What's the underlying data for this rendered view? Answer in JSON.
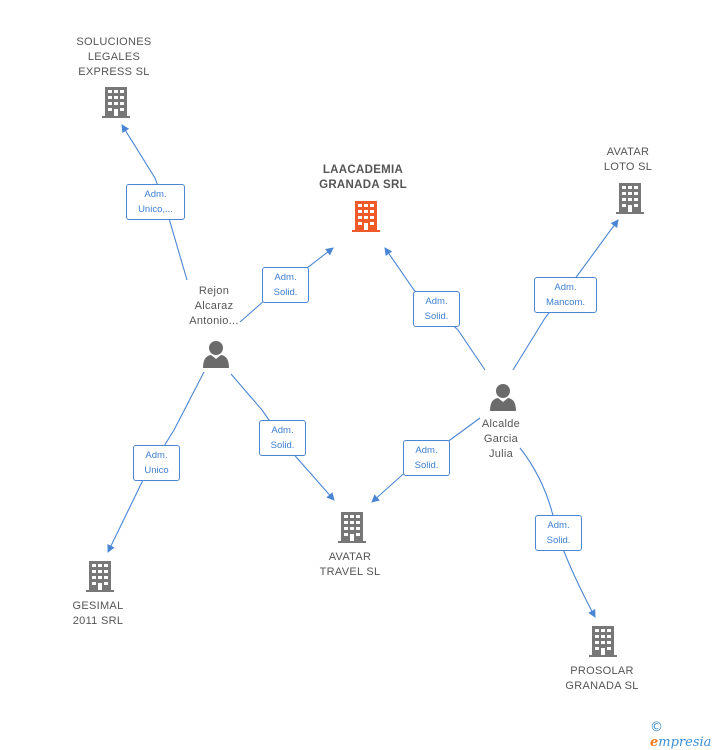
{
  "colors": {
    "edge": "#4a86d4",
    "company_icon": "#777777",
    "main_company_icon": "#f05a28",
    "person_icon": "#6b6b6b"
  },
  "nodes": {
    "soluciones": {
      "lines": [
        "SOLUCIONES",
        "LEGALES",
        "EXPRESS SL"
      ],
      "icon": "building-icon"
    },
    "laacademia": {
      "lines": [
        "LAACADEMIA",
        "GRANADA SRL"
      ],
      "icon": "building-icon"
    },
    "avatar_loto": {
      "lines": [
        "AVATAR",
        "LOTO SL"
      ],
      "icon": "building-icon"
    },
    "rejon": {
      "lines": [
        "Rejon",
        "Alcaraz",
        "Antonio..."
      ],
      "icon": "person-icon"
    },
    "alcalde": {
      "lines": [
        "Alcalde",
        "Garcia",
        "Julia"
      ],
      "icon": "person-icon"
    },
    "gesimal": {
      "lines": [
        "GESIMAL",
        "2011 SRL"
      ],
      "icon": "building-icon"
    },
    "avatar_travel": {
      "lines": [
        "AVATAR",
        "TRAVEL SL"
      ],
      "icon": "building-icon"
    },
    "prosolar": {
      "lines": [
        "PROSOLAR",
        "GRANADA SL"
      ],
      "icon": "building-icon"
    }
  },
  "relations": {
    "r1": {
      "lines": [
        "Adm.",
        "Unico,..."
      ]
    },
    "r2": {
      "lines": [
        "Adm.",
        "Solid."
      ]
    },
    "r3": {
      "lines": [
        "Adm.",
        "Solid."
      ]
    },
    "r4": {
      "lines": [
        "Adm.",
        "Mancom."
      ]
    },
    "r5": {
      "lines": [
        "Adm.",
        "Unico"
      ]
    },
    "r6": {
      "lines": [
        "Adm.",
        "Solid."
      ]
    },
    "r7": {
      "lines": [
        "Adm.",
        "Solid."
      ]
    },
    "r8": {
      "lines": [
        "Adm.",
        "Solid."
      ]
    }
  },
  "footer": {
    "copyright": "©",
    "brand_first": "e",
    "brand_rest": "mpresia"
  }
}
